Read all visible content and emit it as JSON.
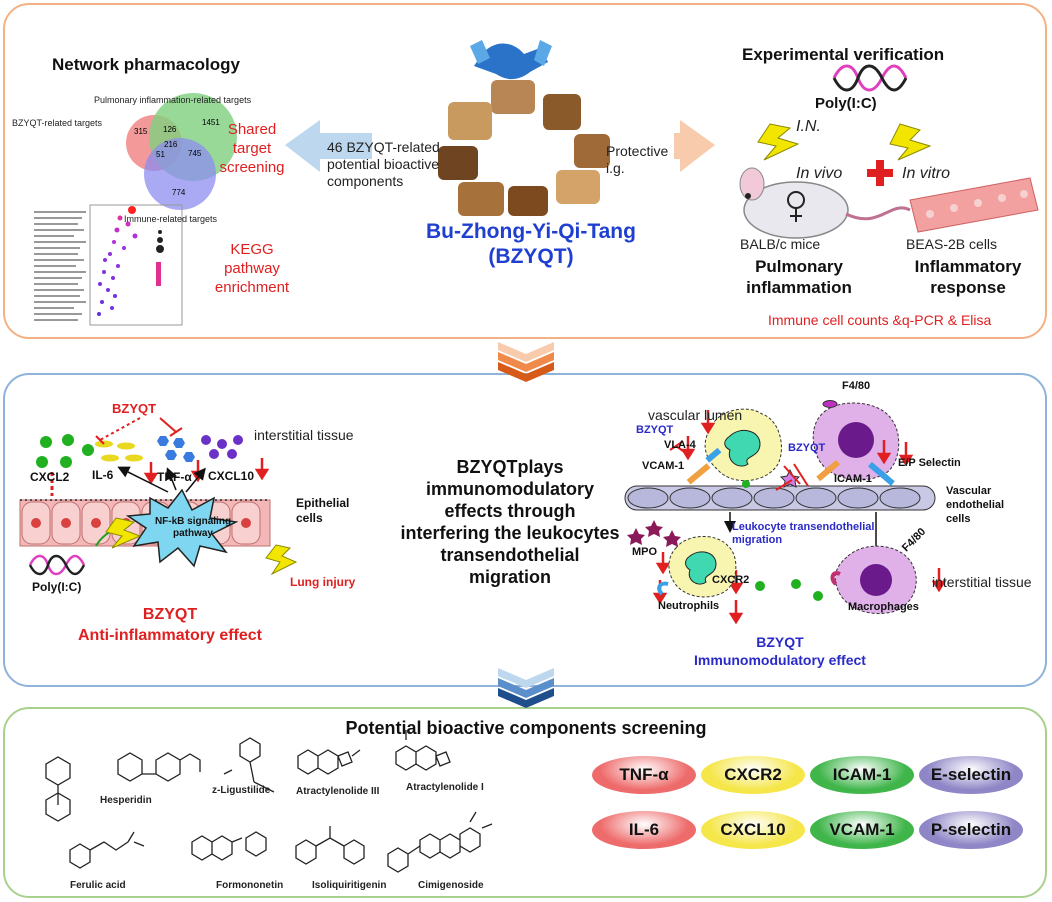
{
  "panel1": {
    "title_left": "Network pharmacology",
    "venn": {
      "label_top": "Pulmonary inflammation-related targets",
      "label_left": "BZYQT-related targets",
      "label_bottom": "Immune-related targets",
      "n1": "315",
      "n2": "126",
      "n3": "1451",
      "n4": "216",
      "n5": "51",
      "n6": "745",
      "n7": "774"
    },
    "shared": "Shared target screening",
    "kegg": "KEGG pathway enrichment",
    "arrow_left_text": "46 BZYQT-related potential bioactive components",
    "center_title": "Bu-Zhong-Yi-Qi-Tang (BZYQT)",
    "protective": "Protective i.g.",
    "title_right": "Experimental verification",
    "polyic": "Poly(I:C)",
    "in": "I.N.",
    "invivo": "In vivo",
    "invitro": "In vitro",
    "mice": "BALB/c mice",
    "cells": "BEAS-2B cells",
    "pulm": "Pulmonary inflammation",
    "inflam": "Inflammatory response",
    "assays": "Immune cell counts &q-PCR & Elisa"
  },
  "panel2": {
    "bzyqt": "BZYQT",
    "cxcl2": "CXCL2",
    "il6": "IL-6",
    "tnf": "TNF-α",
    "cxcl10": "CXCL10",
    "interstitial": "interstitial tissue",
    "epithelial": "Epithelial cells",
    "nfkb": "NF-kB signaling pathway",
    "polyic": "Poly(I:C)",
    "lung": "Lung injury",
    "anti_title": "BZYQT",
    "anti_sub": "Anti-inflammatory effect",
    "center_text": "BZYQTplays immunomodulatory effects through interfering the leukocytes transendothelial migration",
    "vascular_lumen": "vascular lumen",
    "f480": "F4/80",
    "bzyqt_blue1": "BZYQT",
    "bzyqt_blue2": "BZYQT",
    "vla4": "VLA-4",
    "vcam1": "VCAM-1",
    "icam1": "ICAM-1",
    "epsel": "E/P Selectin",
    "vascular_endo": "Vascular endothelial cells",
    "leuk_trans": "Leukocyte transendothelial migration",
    "mpo": "MPO",
    "cxcr2": "CXCR2",
    "f480b": "F4/80",
    "interstitial2": "interstitial tissue",
    "neutrophils": "Neutrophils",
    "macrophages": "Macrophages",
    "immuno_title": "BZYQT",
    "immuno_sub": "Immunomodulatory effect"
  },
  "panel3": {
    "title": "Potential bioactive components screening",
    "molecules": [
      "Hesperidin",
      "z-Ligustilide",
      "Atractylenolide III",
      "Atractylenolide I",
      "Ferulic acid",
      "Formononetin",
      "Isoliquiritigenin",
      "Cimigenoside"
    ],
    "pills": [
      {
        "label": "TNF-α",
        "color": "#ee6b6b"
      },
      {
        "label": "CXCR2",
        "color": "#f5e64a"
      },
      {
        "label": "ICAM-1",
        "color": "#3fb54a"
      },
      {
        "label": "E-selectin",
        "color": "#8e86c6"
      },
      {
        "label": "IL-6",
        "color": "#ee6b6b"
      },
      {
        "label": "CXCL10",
        "color": "#f5e64a"
      },
      {
        "label": "VCAM-1",
        "color": "#3fb54a"
      },
      {
        "label": "P-selectin",
        "color": "#8e86c6"
      }
    ]
  }
}
